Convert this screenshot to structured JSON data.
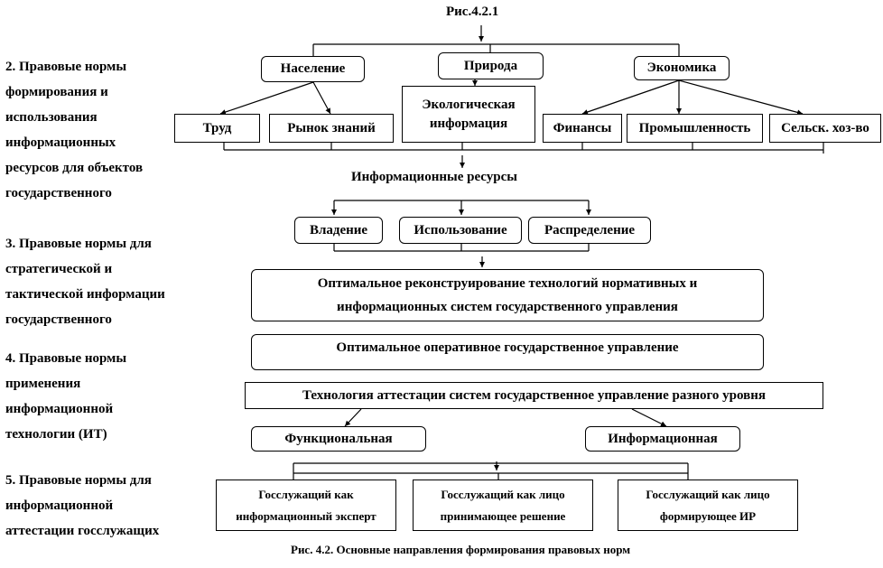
{
  "figure": {
    "top_title": "Рис.4.2.1",
    "caption": "Рис. 4.2. Основные направления формирования правовых норм"
  },
  "left_labels": [
    {
      "lines": [
        "2. Правовые нормы",
        "формирования и",
        "использования",
        "информационных",
        "ресурсов для объектов",
        "государственного"
      ]
    },
    {
      "lines": [
        "3. Правовые нормы для",
        "стратегической и",
        "тактической информации",
        "государственного"
      ]
    },
    {
      "lines": [
        "4. Правовые нормы",
        "применения",
        "информационной",
        "технологии (ИТ)"
      ]
    },
    {
      "lines": [
        "5. Правовые нормы для",
        "информационной",
        "аттестации госслужащих"
      ]
    }
  ],
  "nodes": {
    "population": "Население",
    "nature": "Природа",
    "economy": "Экономика",
    "labor": "Труд",
    "knowledge_market": "Рынок знаний",
    "eco_info": [
      "Экологическая",
      "информация"
    ],
    "finance": "Финансы",
    "industry": "Промышленность",
    "agriculture": "Сельск. хоз-во",
    "info_resources": "Информационные ресурсы",
    "ownership": "Владение",
    "usage": "Использование",
    "distribution": "Распределение",
    "optimal_reconstruction": [
      "Оптимальное реконструирование технологий нормативных и",
      "информационных систем государственного управления"
    ],
    "optimal_management": "Оптимальное оперативное государственное управление",
    "attestation_tech": "Технология аттестации систем государственное управление разного уровня",
    "functional": "Функциональная",
    "informational": "Информационная",
    "civil_expert": [
      "Госслужащий как",
      "информационный эксперт"
    ],
    "civil_decision": [
      "Госслужащий как лицо",
      "принимающее решение"
    ],
    "civil_ir": [
      "Госслужащий как лицо",
      "формирующее ИР"
    ]
  }
}
